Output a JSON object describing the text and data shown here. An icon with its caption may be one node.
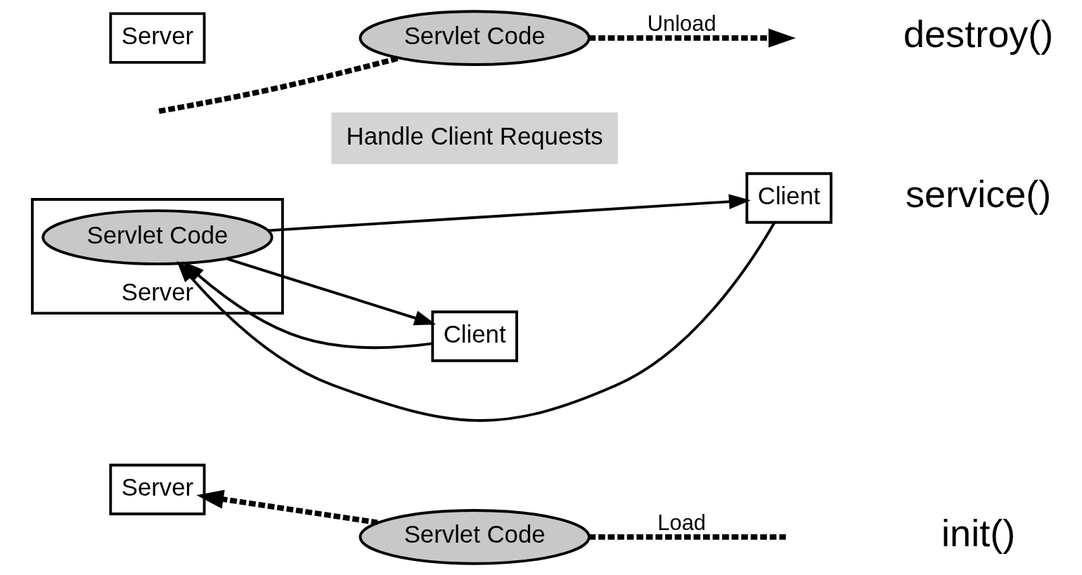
{
  "diagram": {
    "nodes": [
      {
        "text": [
          "Server"
        ]
      },
      {
        "text": [
          "Servlet Code"
        ]
      },
      {
        "text": [
          "Server"
        ]
      },
      {
        "text": [
          "Servlet Code"
        ],
        "in": 2
      },
      {
        "text": [
          "Handle Client Requests"
        ]
      },
      {
        "text": [
          "Client"
        ]
      },
      {
        "text": [
          "Client"
        ]
      },
      {
        "text": [
          "Server"
        ]
      },
      {
        "text": [
          "Servlet Code"
        ]
      }
    ],
    "edges": [
      {
        "from": null,
        "to": 1,
        "arrow": "none",
        "style": "dashed",
        "label": "Load"
      },
      {
        "from": 1,
        "to": 0,
        "arrow": "to",
        "style": "dashed"
      },
      {
        "from": 5,
        "to": 3,
        "arrow": "to"
      },
      {
        "from": 3,
        "to": 5,
        "arrow": "to"
      },
      {
        "from": 6,
        "to": 3,
        "arrow": "to"
      },
      {
        "from": 3,
        "to": 6,
        "arrow": "to"
      },
      {
        "from": null,
        "to": 8,
        "arrow": "none",
        "style": "dashed"
      },
      {
        "from": 8,
        "to": null,
        "arrow": "to",
        "style": "dashed",
        "label": "Unload"
      }
    ],
    "labels": [
      "init()",
      "service()",
      "destroy()"
    ]
  }
}
